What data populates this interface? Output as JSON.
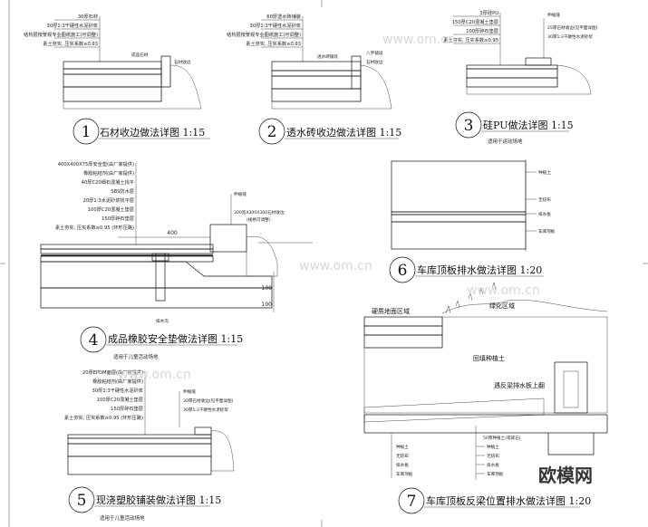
{
  "watermark": "www.om.cn",
  "brand": "欧模网",
  "details": [
    {
      "number": "1",
      "title": "石材收边做法详图 1:15",
      "notes": [
        "30厚石材",
        "30厚1:3干硬性水泥砂浆",
        "结构层按景观专业图纸施工(可调整)",
        "素土夯实, 压实系数≥0.93"
      ],
      "callouts": [
        "成品石材",
        "石材收边"
      ]
    },
    {
      "number": "2",
      "title": "透水砖收边做法详图 1:15",
      "notes": [
        "60厚透水砖铺装",
        "30厚1:3干硬性水泥砂浆",
        "结构层按景观专业图纸施工(可调整)",
        "素土夯实, 压实系数≥0.93"
      ],
      "callouts": [
        "透水砖铺装",
        "八字铺设",
        "石材收边"
      ]
    },
    {
      "number": "3",
      "title": "硅PU做法详图 1:15",
      "subtitle": "适用于运动场地",
      "notes": [
        "3厚硅PU",
        "150厚C20混凝土垫层",
        "100厚碎石垫层",
        "素土夯实, 压实系数≥0.95"
      ],
      "callouts": [
        "伸缩缝",
        "25厚石材收边(见平面详图)",
        "30厚1:3干硬性水泥砂浆"
      ]
    },
    {
      "number": "4",
      "title": "成品橡胶安全垫做法详图 1:15",
      "subtitle": "适用于儿童活动场地",
      "notes": [
        "400X400X75厚安全垫(由厂家提供)",
        "橡胶粘结剂(由厂家提供)",
        "40厚C20细石混凝土找平",
        "SBS防水层",
        "20厚1:3水泥砂浆找平层",
        "100厚C20混凝土垫层",
        "150厚碎石垫层",
        "素土夯实, 压实系数≥0.95 (环形压路)"
      ],
      "callouts": [
        "伸缩缝",
        "300宽X300X300石材收边",
        "(规格可调整)",
        "排水沟"
      ],
      "dimensions": [
        "400",
        "100",
        "100"
      ]
    },
    {
      "number": "5",
      "title": "现浇塑胶铺装做法详图 1:15",
      "subtitle": "适用于儿童活动场地",
      "notes": [
        "20厚EPDM面层(由厂家提供)",
        "橡胶粘结剂(由厂家提供)",
        "30厚1:3干硬性水泥砂浆",
        "100厚C20混凝土垫层",
        "150厚碎石垫层",
        "素土夯实, 压实系数≥0.95 (环形压路)"
      ],
      "callouts": [
        "伸缩缝",
        "30厚石材收边(见平面详图)",
        "30厚1:3干硬性水泥砂浆"
      ]
    },
    {
      "number": "6",
      "title": "车库顶板排水做法详图 1:20",
      "layers": [
        "种植土",
        "无纺布",
        "排水板",
        "车库顶板"
      ]
    },
    {
      "number": "7",
      "title": "车库顶板反梁位置排水做法详图 1:20",
      "labels": [
        "硬质地面区域",
        "绿化区域",
        "回填种植土",
        "遇反梁排水板上翻"
      ],
      "layers": [
        "种植土",
        "50厚种植土(或碎石)",
        "无纺布",
        "排水板",
        "车库顶板"
      ]
    }
  ]
}
